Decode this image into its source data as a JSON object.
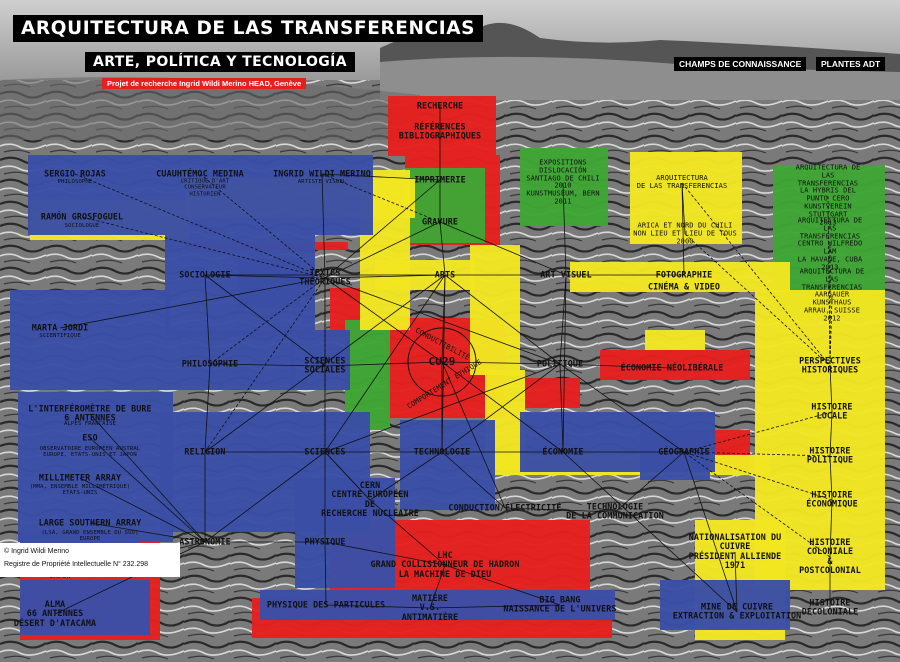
{
  "header": {
    "title": "ARQUITECTURA DE LAS TRANSFERENCIAS",
    "subtitle": "ARTE, POLÍTICA Y TECNOLOGÍA",
    "project": "Projet de recherche Ingrid Wildi Merino HEAD, Genève"
  },
  "nav": {
    "champs": "CHAMPS DE CONNAISSANCE",
    "plantes": "PLANTES ADT"
  },
  "credit": {
    "copyright": "© Ingrid Wildi Merino",
    "registry": "Registre de Propriété Intellectuelle N° 232.298"
  },
  "colors": {
    "red": "#e6201f",
    "blue": "#3a4ea6",
    "yellow": "#f2e621",
    "green": "#3fa535",
    "line": "#111111"
  },
  "nodes": [
    {
      "id": "recherche",
      "text": "RECHERCHE"
    },
    {
      "id": "references",
      "text": "RÉFÉRENCES\nBIBLIOGRAPHIQUES"
    },
    {
      "id": "imprimerie",
      "text": "IMPRIMERIE"
    },
    {
      "id": "gravure",
      "text": "GRAVURE"
    },
    {
      "id": "sergio",
      "text": "SERGIO ROJAS"
    },
    {
      "id": "sergio_sub",
      "text": "PHILOSOPHE"
    },
    {
      "id": "cuauhtemoc",
      "text": "CUAUHTÉMOC MEDINA"
    },
    {
      "id": "cuauhtemoc_sub",
      "text": "CRITIQUE D'ART\nCONSERVATEUR\nHISTORIEN"
    },
    {
      "id": "ingrid",
      "text": "INGRID WILDI MERINO"
    },
    {
      "id": "ingrid_sub",
      "text": "ARTISTE VISUEL"
    },
    {
      "id": "ramon",
      "text": "RAMÓN GROSFOGUEL"
    },
    {
      "id": "ramon_sub",
      "text": "SOCIOLOGUE"
    },
    {
      "id": "sociologie",
      "text": "SOCIOLOGIE"
    },
    {
      "id": "textes",
      "text": "TEXTES\nTHÉORIQUES"
    },
    {
      "id": "arts",
      "text": "ARTS"
    },
    {
      "id": "artvisuel",
      "text": "ART VISUEL"
    },
    {
      "id": "fotografie",
      "text": "FOTOGRAPHIE"
    },
    {
      "id": "cinema",
      "text": "CINÉMA  &  VIDEO"
    },
    {
      "id": "marta",
      "text": "MARTA JORDI"
    },
    {
      "id": "marta_sub",
      "text": "SCIENTIFIQUE"
    },
    {
      "id": "philosophie",
      "text": "PHILOSOPHIE"
    },
    {
      "id": "sciencessoc",
      "text": "SCIENCES\nSOCIALES"
    },
    {
      "id": "cu29",
      "text": "CU29"
    },
    {
      "id": "conductibilite",
      "text": "CONDUCTIBILITÉ"
    },
    {
      "id": "comportement",
      "text": "COMPORTEMENT ÉTHIQUE"
    },
    {
      "id": "politique",
      "text": "POLITIQUE"
    },
    {
      "id": "economieneo",
      "text": "ÉCONOMIE NÉOLIBÉRALE"
    },
    {
      "id": "expositions",
      "text": "EXPOSITIONS\nDISLOCACIÓN\nSANTIAGO DE CHILI\n2010\nKUNSTMUSEUM, BERN\n2011"
    },
    {
      "id": "arq1",
      "text": "ARQUITECTURA\nDE LAS TRANSFERENCIAS"
    },
    {
      "id": "arica",
      "text": "ARICA ET NORD DU CHILI\nNON LIEU ET LIEU DE TOUS\n2000"
    },
    {
      "id": "arq2",
      "text": "ARQUITECTURA DE LAS\nTRANSFERENCIAS\nLA HYBRIS DEL PUNTO CERO\nKUNSTVEREIN\nSTUTTGART\n2013"
    },
    {
      "id": "arq3",
      "text": "ARQUITECTURA DE LAS\nTRANSFERENCIAS\nCENTRO WILFREDO LAM\nLA HAVANE, CUBA\n2013"
    },
    {
      "id": "arq4",
      "text": "ARQUITECTURA DE LAS\nTRANSFERENCIAS\nAARGAUER KUNSTHAUS\nARRAU, SUISSE\n2012"
    },
    {
      "id": "perspectives",
      "text": "PERSPECTIVES\nHISTORIQUES"
    },
    {
      "id": "hist_locale",
      "text": "HISTOIRE\nLOCALE"
    },
    {
      "id": "hist_politique",
      "text": "HISTOIRE\nPOLITIQUE"
    },
    {
      "id": "hist_economique",
      "text": "HISTOIRE\nÉCONOMIQUE"
    },
    {
      "id": "hist_coloniale",
      "text": "HISTOIRE\nCOLONIALE\n&\nPOSTCOLONIAL"
    },
    {
      "id": "hist_decoloniale",
      "text": "HISTOIRE\nDÉCOLONIALE"
    },
    {
      "id": "interferometre",
      "text": "L'INTERFÉROMÈTRE DE BURE\n6 ANTENNES"
    },
    {
      "id": "interferometre_sub",
      "text": "ALPES FRANÇAISE"
    },
    {
      "id": "eso",
      "text": "ESO"
    },
    {
      "id": "eso_sub",
      "text": "OBSERVATOIRE EUROPÉEN AUSTRAL\nEUROPE, ETATS-UNIS ET JAPON"
    },
    {
      "id": "millimeter",
      "text": "MILLIMETER ARRAY"
    },
    {
      "id": "millimeter_sub",
      "text": "(MMA, ENSEMBLE MILLIMÉTRIQUE)\nETATS-UNIS"
    },
    {
      "id": "lsa",
      "text": "LARGE SOUTHERN ARRAY"
    },
    {
      "id": "lsa_sub",
      "text": "(LSA, GRAND ENSEMBLE DU SUD)\nEUROPE"
    },
    {
      "id": "japon",
      "text": "JAPON"
    },
    {
      "id": "alma",
      "text": "ALMA\n66 ANTENNES\nDÉSERT D'ATACAMA"
    },
    {
      "id": "religion",
      "text": "RELIGION"
    },
    {
      "id": "sciences",
      "text": "SCIENCES"
    },
    {
      "id": "technologie",
      "text": "TECHNOLOGIE"
    },
    {
      "id": "economie",
      "text": "ÉCONOMIE"
    },
    {
      "id": "geographie",
      "text": "GÉOGRAPHIE"
    },
    {
      "id": "cern",
      "text": "CERN\nCENTRE EUROPÉEN\nDE\nRECHERCHE NUCLÉAIRE"
    },
    {
      "id": "conduction",
      "text": "CONDUCTION/ÉLECTRICITÉ"
    },
    {
      "id": "techcomm",
      "text": "TECHNOLOGIE\nDE LA COMMUNICATION"
    },
    {
      "id": "astronomie",
      "text": "ASTRONOMIE"
    },
    {
      "id": "physique",
      "text": "PHYSIQUE"
    },
    {
      "id": "lhc",
      "text": "LHC\nGRAND COLLISIONNEUR DE HADRON\nLA MACHINE DE DIEU"
    },
    {
      "id": "nationalisation",
      "text": "NATIONALISATION DU\nCUIVRE\nPRÉSIDENT ALLIENDE\n1971"
    },
    {
      "id": "physiqueparticules",
      "text": "PHYSIQUE DES PARTICULES"
    },
    {
      "id": "matiere",
      "text": "MATIÈRE\nV.S.\nANTIMATIÈRE"
    },
    {
      "id": "bigbang",
      "text": "BIG BANG\nNAISSANCE DE L'UNIVERS"
    },
    {
      "id": "mine",
      "text": "MINE DE CUIVRE\nEXTRACTION & EXPLOITATION"
    }
  ]
}
